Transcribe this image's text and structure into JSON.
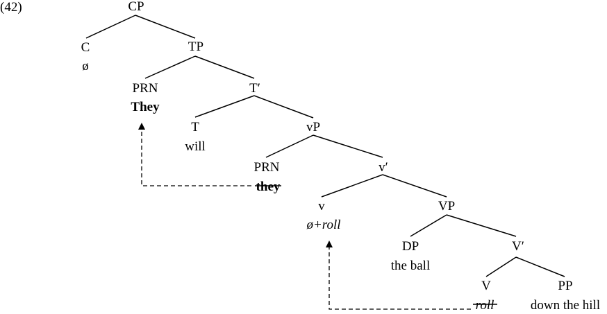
{
  "example_number": "(42)",
  "nodes": {
    "cp": {
      "label": "CP"
    },
    "c": {
      "label": "C",
      "word": "ø"
    },
    "tp": {
      "label": "TP"
    },
    "prn1": {
      "label": "PRN",
      "word": "They"
    },
    "tbar": {
      "label": "T′"
    },
    "t": {
      "label": "T",
      "word": "will"
    },
    "vp_small": {
      "label": "vP"
    },
    "prn2": {
      "label": "PRN",
      "word": "they"
    },
    "vbar": {
      "label": "v′"
    },
    "v": {
      "label": "v",
      "word": "ø+roll"
    },
    "vp": {
      "label": "VP"
    },
    "dp": {
      "label": "DP",
      "word": "the ball"
    },
    "vbar2": {
      "label": "V′"
    },
    "vv": {
      "label": "V",
      "word": "roll"
    },
    "pp": {
      "label": "PP",
      "word": "down the hill"
    }
  }
}
